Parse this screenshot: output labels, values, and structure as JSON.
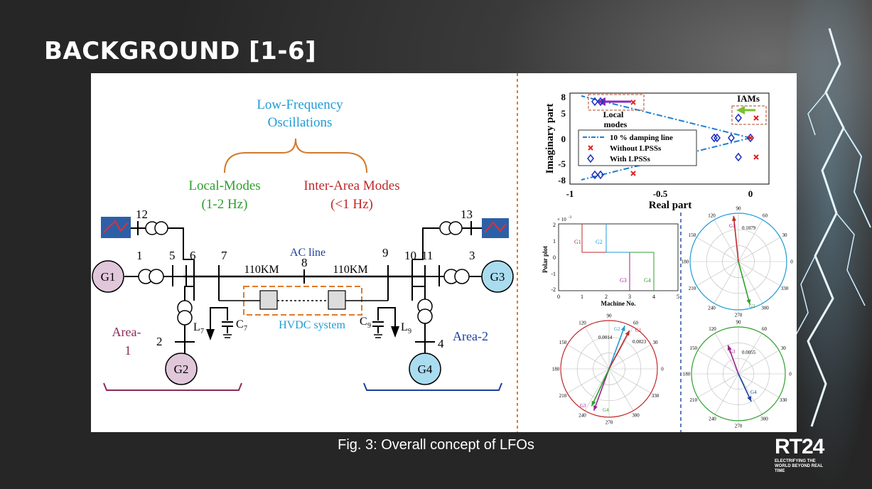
{
  "slide": {
    "title": "BACKGROUND [1-6]",
    "caption": "Fig. 3: Overall concept of LFOs"
  },
  "logo": {
    "main": "RT24",
    "tagline": "ELECTRIFYING THE WORLD BEYOND REAL TIME"
  },
  "diagram": {
    "lfo_title_1": "Low-Frequency",
    "lfo_title_2": "Oscillations",
    "local_modes": "Local-Modes",
    "local_modes_freq": "(1-2 Hz)",
    "inter_area_modes": "Inter-Area Modes",
    "inter_area_freq": "(<1 Hz)",
    "ac_line": "AC line",
    "distance_left": "110KM",
    "distance_right": "110KM",
    "hvdc": "HVDC system",
    "area1_line1": "Area-",
    "area1_line2": "1",
    "area2": "Area-2",
    "gens": [
      "G1",
      "G2",
      "G3",
      "G4"
    ],
    "buses": [
      "12",
      "1",
      "5",
      "6",
      "7",
      "8",
      "9",
      "10",
      "11",
      "3",
      "13",
      "2",
      "4"
    ],
    "loads": {
      "l7": "L",
      "l7_sub": "7",
      "c7": "C",
      "c7_sub": "7",
      "c9": "C",
      "c9_sub": "9",
      "l9": "L",
      "l9_sub": "9"
    }
  },
  "pole_chart": {
    "ylabel": "Imaginary part",
    "xlabel": "Real part",
    "yticks": [
      "8",
      "5",
      "0",
      "-5",
      "-8"
    ],
    "xticks": [
      "-1",
      "-0.5",
      "0"
    ],
    "annotations": {
      "local": "Local",
      "modes": "modes",
      "iams": "IAMs"
    },
    "legend": [
      "10 % damping line",
      "Without LPSSs",
      "With LPSSs"
    ]
  },
  "polar_plot": {
    "exponent": "× 10",
    "exponent_power": "-3",
    "ylabel": "Polar plot",
    "xlabel": "Machine No.",
    "yticks": [
      "2",
      "1",
      "0",
      "-1",
      "-2"
    ],
    "xticks": [
      "0",
      "1",
      "2",
      "3",
      "4",
      "5"
    ],
    "labels": [
      "G1",
      "G2",
      "G3",
      "G4"
    ]
  },
  "compass_common": {
    "angles": [
      "90",
      "60",
      "30",
      "0",
      "330",
      "300",
      "270",
      "240",
      "210",
      "180",
      "150",
      "120"
    ]
  },
  "compass_1": {
    "radius_label": "0.1079",
    "labels": [
      "G1",
      "G2"
    ]
  },
  "compass_2": {
    "radius_inner": "0.0014",
    "radius_outer": "0.0023",
    "labels": [
      "G2",
      "G1",
      "G3",
      "G4"
    ]
  },
  "compass_3": {
    "radius_label": "0.0055",
    "labels": [
      "G3",
      "G4"
    ]
  },
  "colors": {
    "blue": "#1f9bd6",
    "green": "#2ca02c",
    "red": "#c0282a",
    "purple": "#9b1f8a",
    "darkblue": "#1a3fa0"
  }
}
